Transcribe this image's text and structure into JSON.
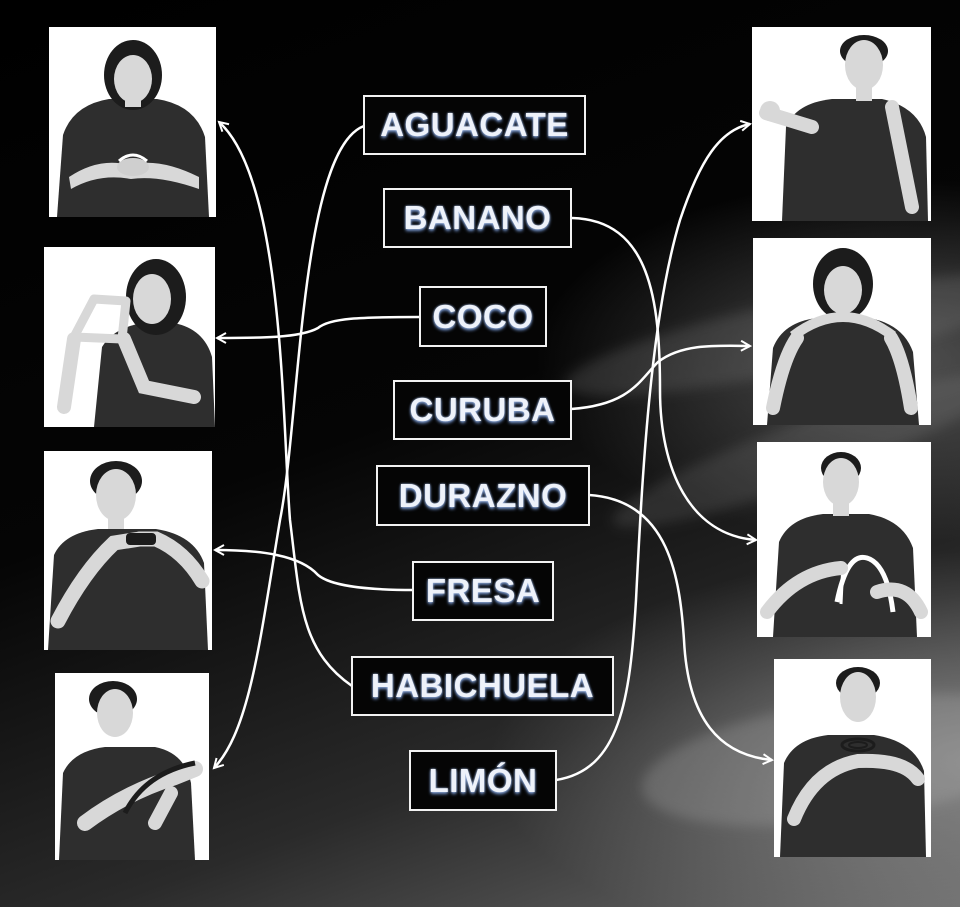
{
  "words": [
    {
      "key": "aguacate",
      "text": "AGUACATE"
    },
    {
      "key": "banano",
      "text": "BANANO"
    },
    {
      "key": "coco",
      "text": "COCO"
    },
    {
      "key": "curuba",
      "text": "CURUBA"
    },
    {
      "key": "durazno",
      "text": "DURAZNO"
    },
    {
      "key": "fresa",
      "text": "FRESA"
    },
    {
      "key": "habichuela",
      "text": "HABICHUELA"
    },
    {
      "key": "limon",
      "text": "LIMÓN"
    }
  ],
  "colors": {
    "background": "#000000",
    "connector": "#ffffff",
    "label_border": "#f2f2f2",
    "label_text": "#eef2fa",
    "label_glow": "#6f8fc7",
    "shirt": "#2e2e2e",
    "skin": "#d8d8d8",
    "hair": "#1c1c1c"
  }
}
